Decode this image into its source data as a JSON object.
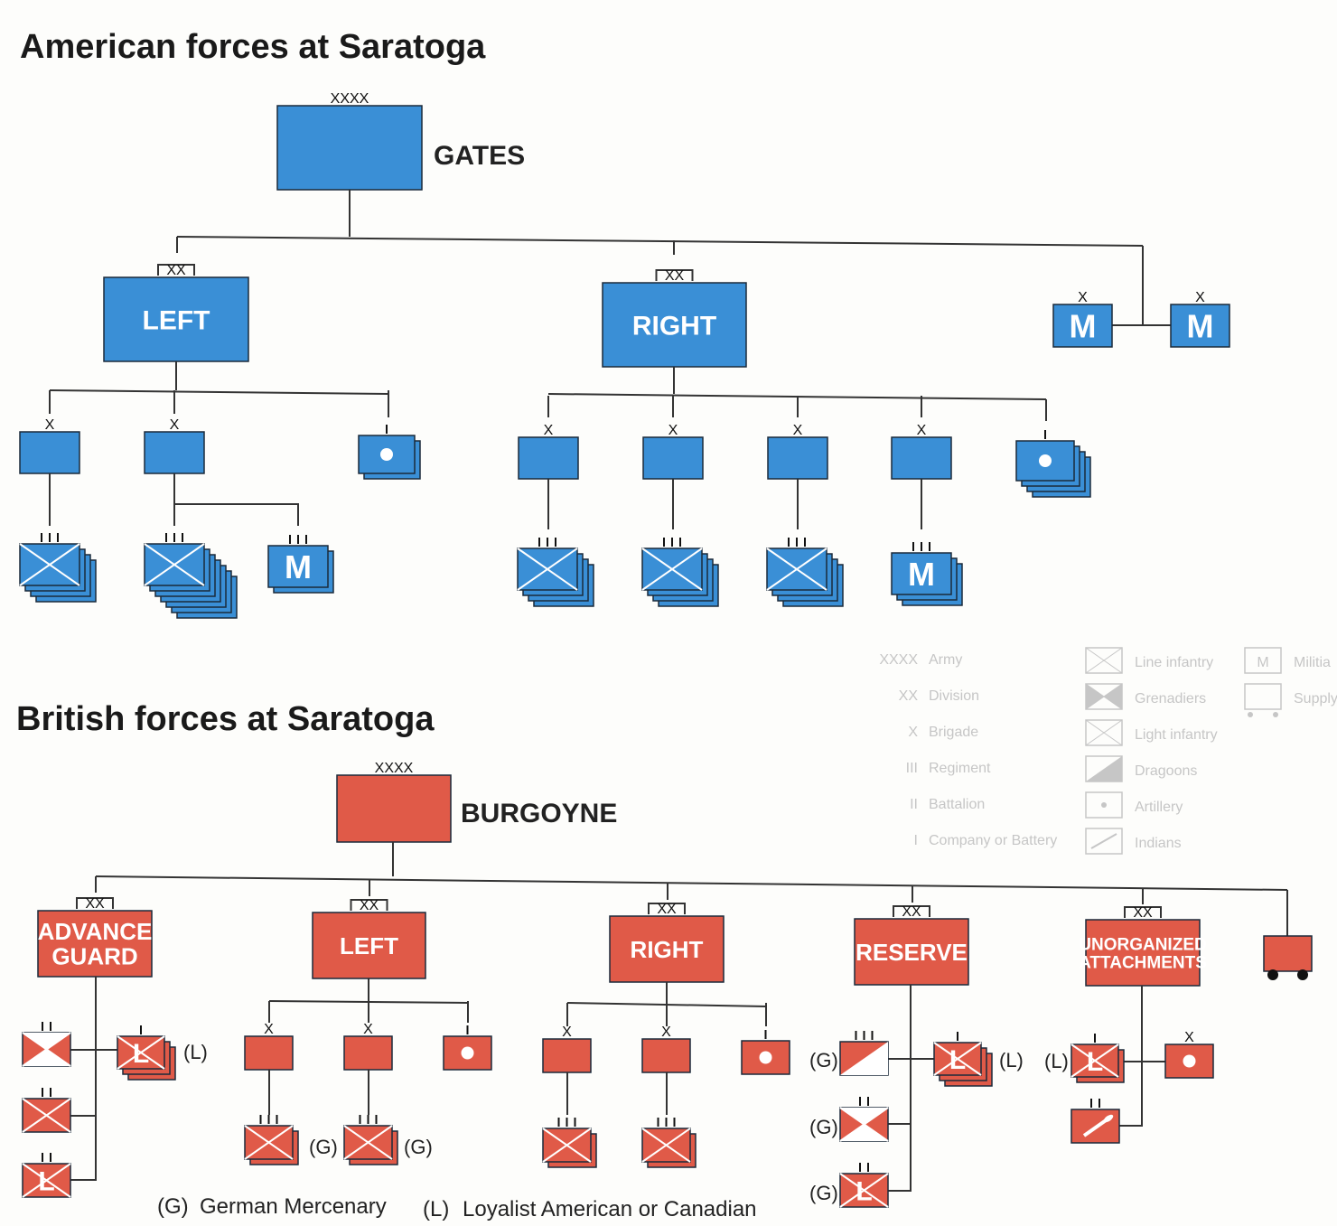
{
  "colors": {
    "american": "#3a8fd6",
    "british": "#e05a48",
    "line": "#333333",
    "legend": "#c6c6c6"
  },
  "american": {
    "title": "American forces at Saratoga",
    "commander": "GATES",
    "divisions": [
      "LEFT",
      "RIGHT"
    ],
    "militia_letter": "M"
  },
  "british": {
    "title": "British forces at Saratoga",
    "commander": "BURGOYNE",
    "divisions": [
      "ADVANCE GUARD",
      "LEFT",
      "RIGHT",
      "RESERVE",
      "UNORGANIZED ATTACHMENTS"
    ]
  },
  "symbols": {
    "army": "XXXX",
    "division": "XX",
    "brigade": "X",
    "regiment": "III",
    "battalion": "II",
    "company": "I",
    "light_letter": "L",
    "militia_letter": "M"
  },
  "annotations": {
    "german": "(G)",
    "loyalist": "(L)"
  },
  "footnotes": [
    {
      "code": "(G)",
      "text": "German Mercenary"
    },
    {
      "code": "(L)",
      "text": "Loyalist American or Canadian"
    }
  ],
  "legend": {
    "echelons": [
      {
        "mark": "XXXX",
        "label": "Army"
      },
      {
        "mark": "XX",
        "label": "Division"
      },
      {
        "mark": "X",
        "label": "Brigade"
      },
      {
        "mark": "III",
        "label": "Regiment"
      },
      {
        "mark": "II",
        "label": "Battalion"
      },
      {
        "mark": "I",
        "label": "Company or Battery"
      }
    ],
    "types": [
      {
        "symbol": "line-infantry",
        "label": "Line infantry"
      },
      {
        "symbol": "grenadiers",
        "label": "Grenadiers"
      },
      {
        "symbol": "light-infantry",
        "label": "Light infantry"
      },
      {
        "symbol": "dragoons",
        "label": "Dragoons"
      },
      {
        "symbol": "artillery",
        "label": "Artillery"
      },
      {
        "symbol": "indians",
        "label": "Indians"
      }
    ],
    "types2": [
      {
        "symbol": "militia",
        "label": "Militia"
      },
      {
        "symbol": "supply",
        "label": "Supply"
      }
    ]
  }
}
